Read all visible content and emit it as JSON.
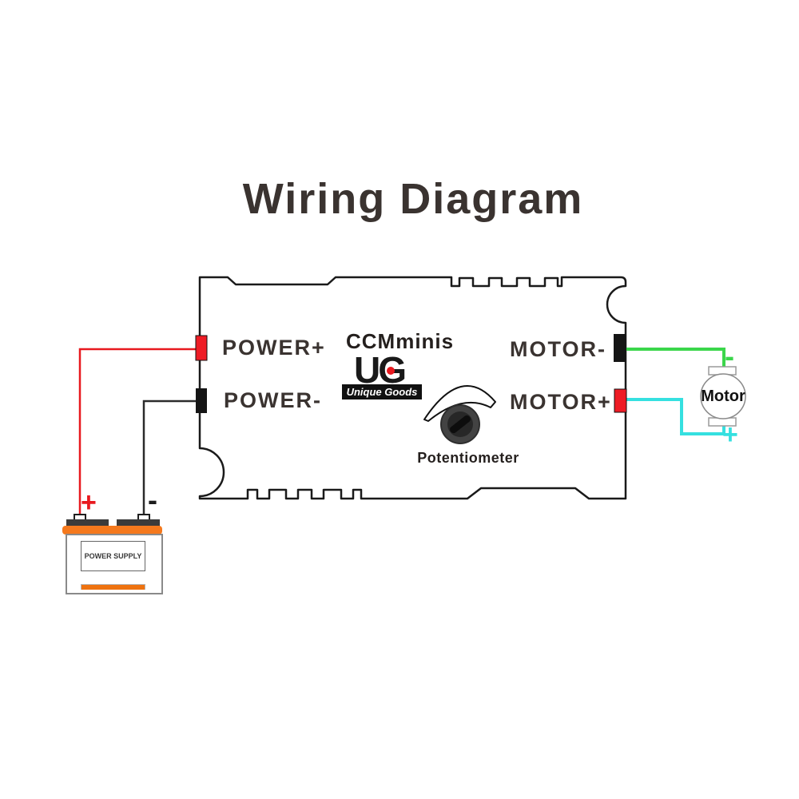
{
  "title": "Wiring Diagram",
  "board": {
    "name": "CCMminis",
    "logo": "UG",
    "tagline": "Unique Goods",
    "power_plus": "POWER+",
    "power_minus": "POWER-",
    "motor_minus": "MOTOR-",
    "motor_plus": "MOTOR+",
    "potentiometer_label": "Potentiometer"
  },
  "motor": {
    "label": "Motor",
    "minus_sign": "-",
    "plus_sign": "+"
  },
  "power_supply": {
    "label": "POWER SUPPLY",
    "plus_sign": "+",
    "minus_sign": "-"
  },
  "colors": {
    "text_dark": "#3a3330",
    "wire_red": "#e8191f",
    "wire_black": "#2b2b2b",
    "wire_green": "#3bd64b",
    "wire_cyan": "#35e0e0",
    "terminal_red": "#ee1c25",
    "terminal_black": "#151515",
    "battery_orange": "#f5791d",
    "logo_red": "#e8191f"
  }
}
